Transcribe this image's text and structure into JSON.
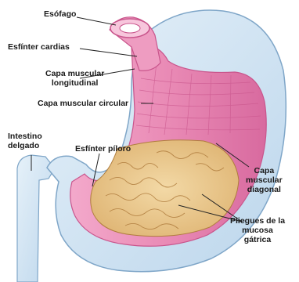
{
  "labels": {
    "esofago": "Esófago",
    "esfinter_cardias": "Esfínter cardias",
    "capa_longitudinal": [
      "Capa muscular",
      "longitudinal"
    ],
    "capa_circular": "Capa muscular circular",
    "intestino": [
      "Intestino",
      "delgado"
    ],
    "esfinter_piloro": "Esfínter píloro",
    "capa_diagonal": [
      "Capa",
      "muscular",
      "diagonal"
    ],
    "pliegues": [
      "Pliegues de la",
      "mucosa",
      "gátrica"
    ]
  },
  "colors": {
    "muscle_pink": "#e98ab5",
    "muscle_dark": "#c9558c",
    "wall_blue": "#cfe3f2",
    "wall_edge": "#7fa6c8",
    "mucosa_tan": "#e9c98f",
    "mucosa_line": "#b07d3e",
    "leader_line": "#222222"
  }
}
